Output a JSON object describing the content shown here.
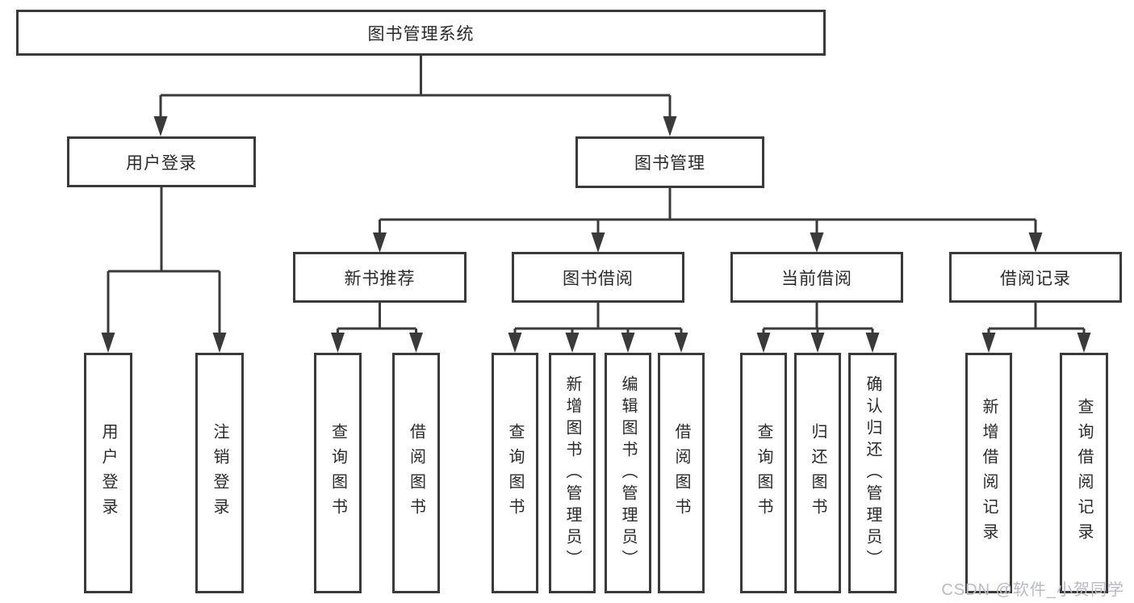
{
  "tree": {
    "label": "图书管理系统",
    "children": [
      {
        "label": "用户登录",
        "children": [
          {
            "label": "用户登录"
          },
          {
            "label": "注销登录"
          }
        ]
      },
      {
        "label": "图书管理",
        "children": [
          {
            "label": "新书推荐",
            "children": [
              {
                "label": "查询图书"
              },
              {
                "label": "借阅图书"
              }
            ]
          },
          {
            "label": "图书借阅",
            "children": [
              {
                "label": "查询图书"
              },
              {
                "label": "新增图书（管理员）"
              },
              {
                "label": "编辑图书（管理员）"
              },
              {
                "label": "借阅图书"
              }
            ]
          },
          {
            "label": "当前借阅",
            "children": [
              {
                "label": "查询图书"
              },
              {
                "label": "归还图书"
              },
              {
                "label": "确认归还（管理员）"
              }
            ]
          },
          {
            "label": "借阅记录",
            "children": [
              {
                "label": "新增借阅记录"
              },
              {
                "label": "查询借阅记录"
              }
            ]
          }
        ]
      }
    ]
  },
  "watermark": "CSDN @软件_小贺同学",
  "colors": {
    "line": "#3a3a3a",
    "box_border": "#3a3a3a",
    "box_fill": "#ffffff",
    "text": "#2a2a2a",
    "watermark": "#b9bac2",
    "background": "#ffffff"
  }
}
